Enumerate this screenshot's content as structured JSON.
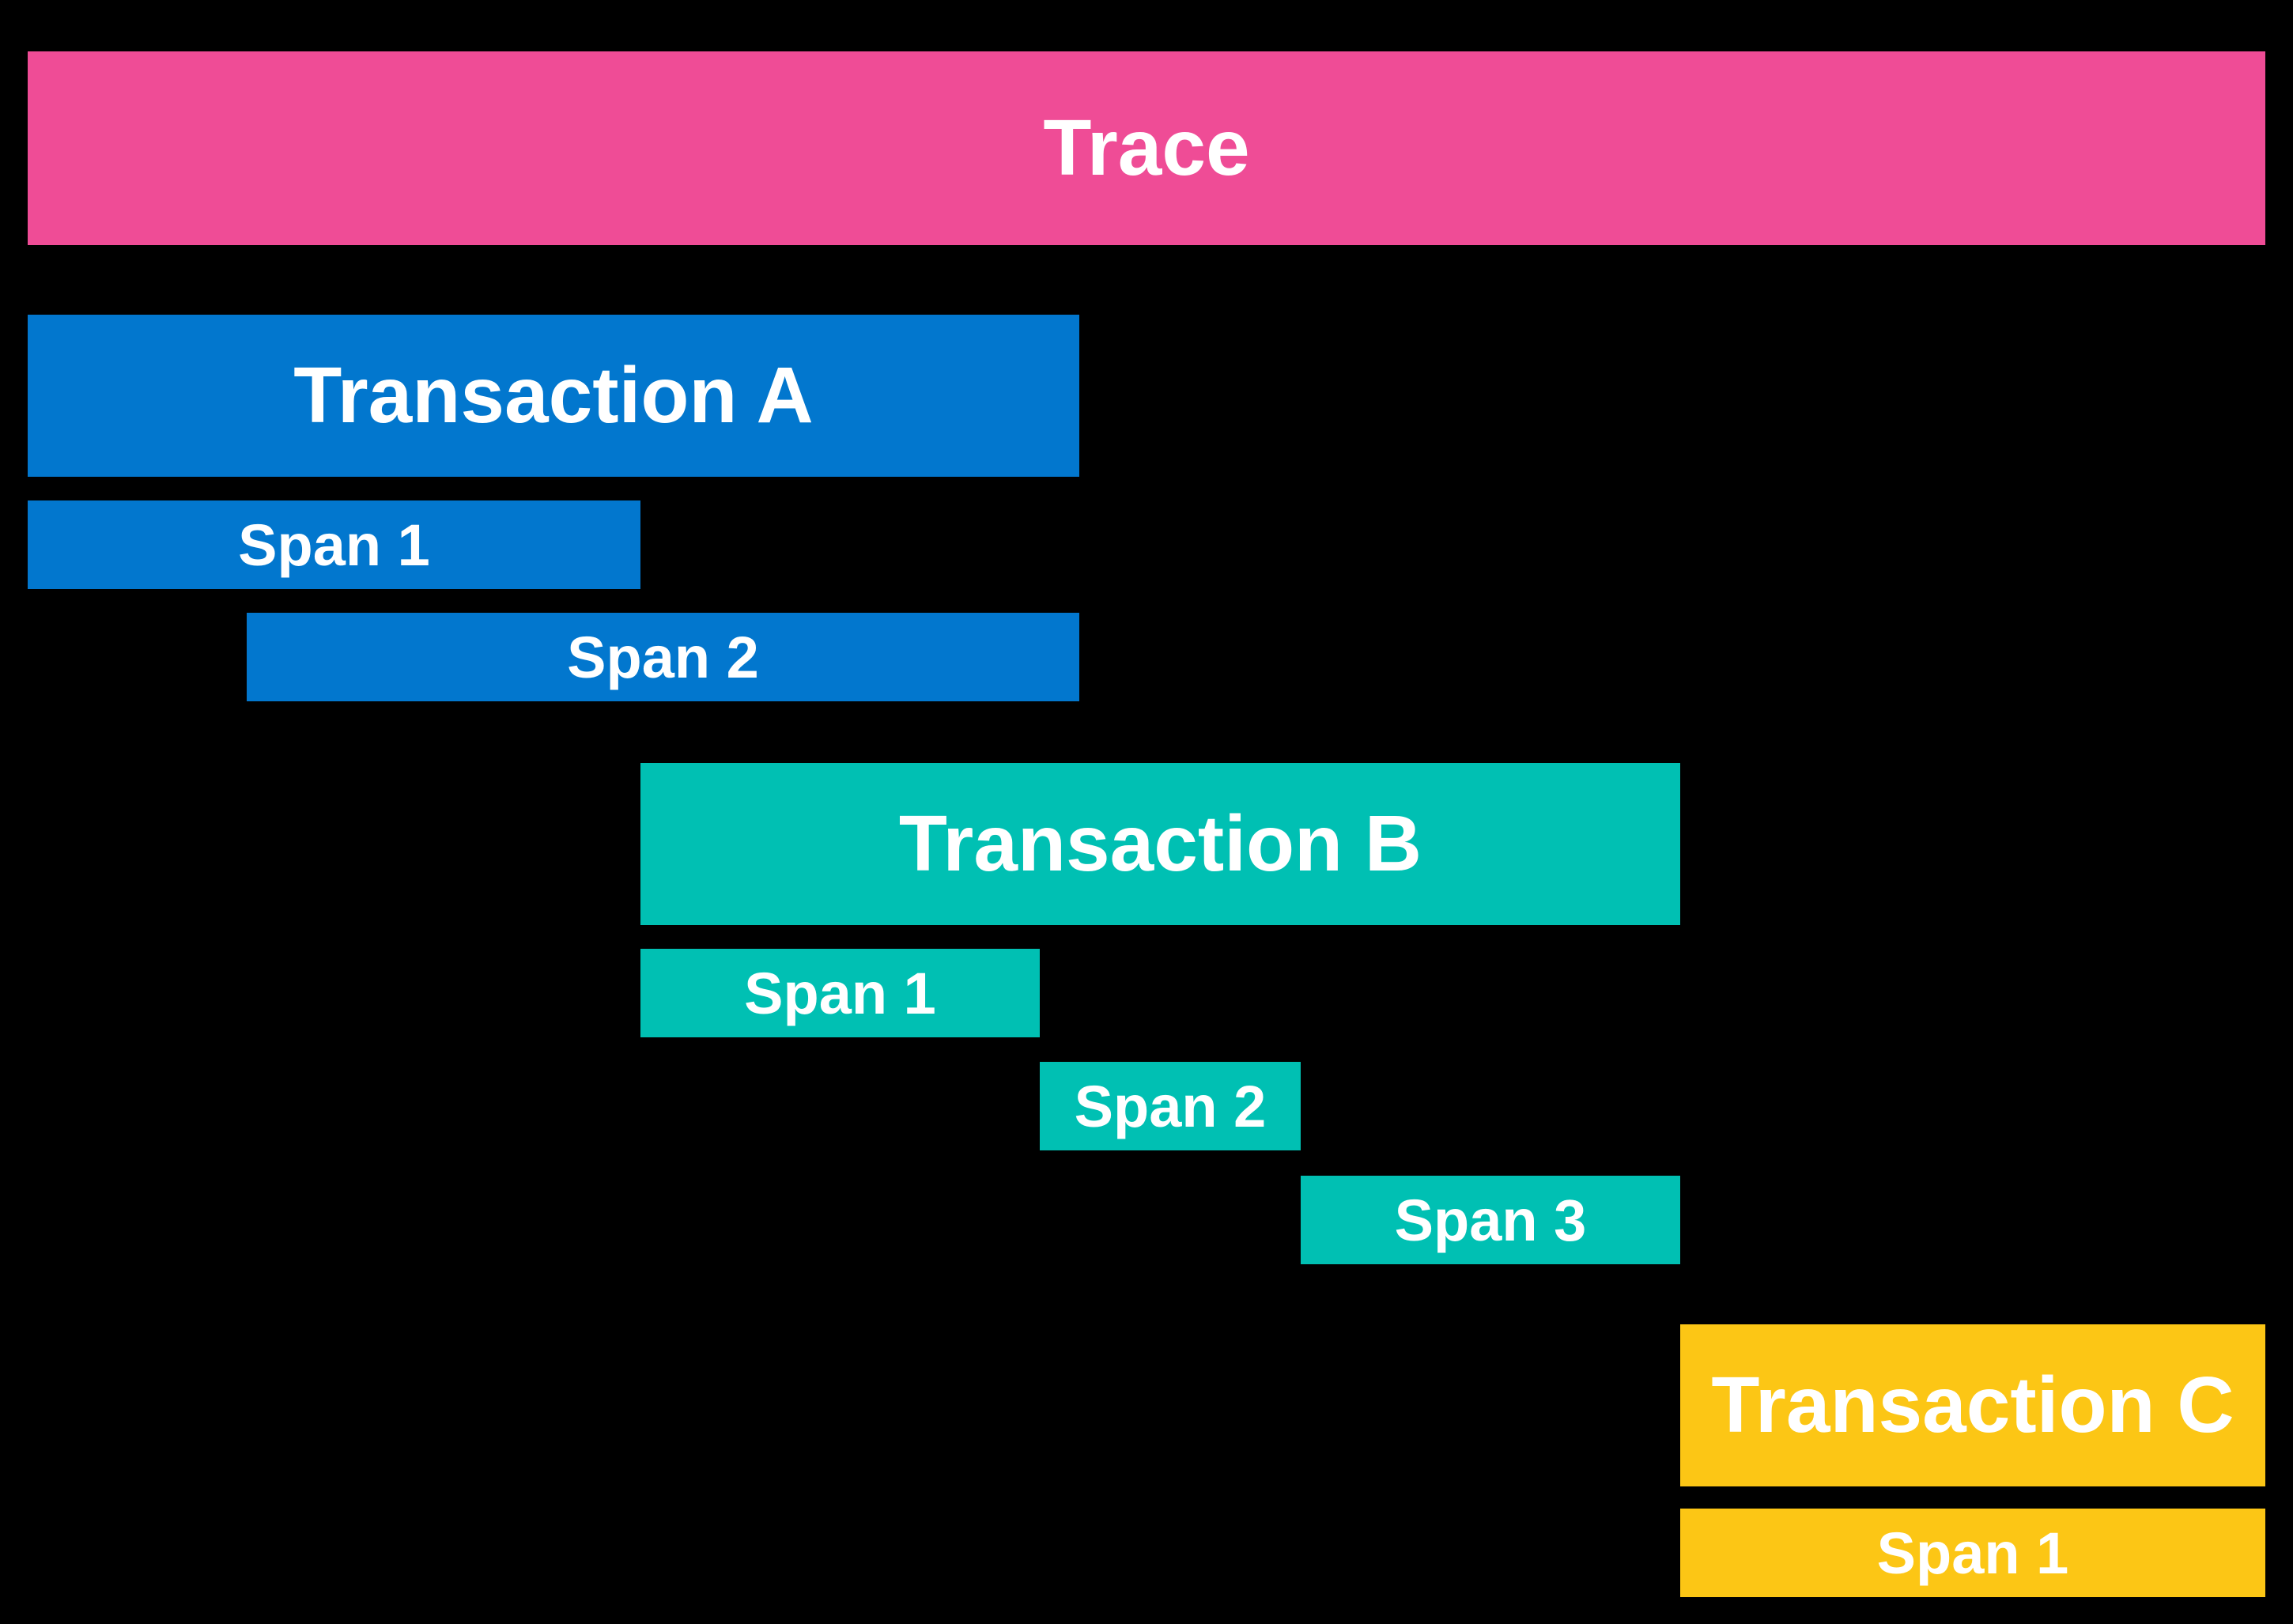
{
  "background": "#000000",
  "text_color": "#FFFFFF",
  "trace": {
    "label": "Trace",
    "color": "#EF4C96"
  },
  "transactions": [
    {
      "label": "Transaction A",
      "color": "#0277CE",
      "spans": [
        {
          "label": "Span 1"
        },
        {
          "label": "Span 2"
        }
      ]
    },
    {
      "label": "Transaction B",
      "color": "#00C0B3",
      "spans": [
        {
          "label": "Span 1"
        },
        {
          "label": "Span 2"
        },
        {
          "label": "Span 3"
        }
      ]
    },
    {
      "label": "Transaction C",
      "color": "#FCC615",
      "spans": [
        {
          "label": "Span 1"
        }
      ]
    }
  ]
}
